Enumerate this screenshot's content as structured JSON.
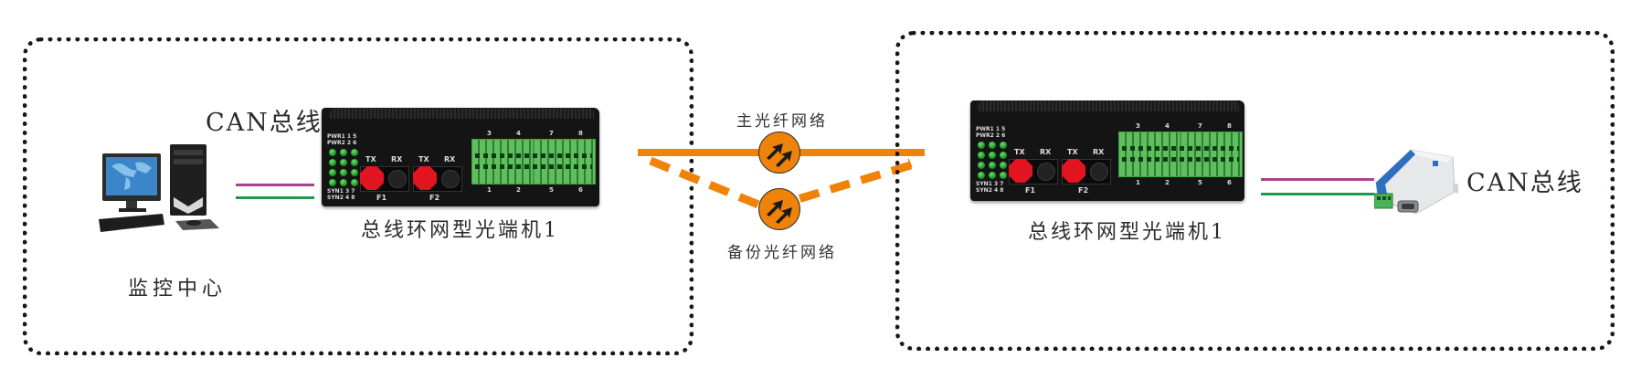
{
  "colors": {
    "zone_border": "#1c1616",
    "fiber": "#ef8209",
    "can_high_wire": "#a8438f",
    "can_low_wire": "#1e9b4a",
    "device_body": "#141414",
    "tx_connector": "#e11420",
    "terminal_block": "#5fbf5f"
  },
  "left_zone": {
    "computer_label": "监控中心",
    "can_label": "CAN总线",
    "device": {
      "label": "总线环网型光端机1",
      "led_labels_top": [
        "PWR1  1   5",
        "PWR2  2   6"
      ],
      "led_labels_bottom": [
        "SYN1  3   7",
        "SYN2  4   8"
      ],
      "ports": [
        {
          "name": "F1",
          "tx": "TX",
          "rx": "RX"
        },
        {
          "name": "F2",
          "tx": "TX",
          "rx": "RX"
        }
      ],
      "terminal_top_labels": [
        "3",
        "4",
        "7",
        "8"
      ],
      "terminal_bottom_labels": [
        "1",
        "2",
        "5",
        "6"
      ]
    }
  },
  "network": {
    "primary_label": "主光纤网络",
    "backup_label": "备份光纤网络",
    "icon": "bidirectional-arrows-icon"
  },
  "right_zone": {
    "can_label": "CAN总线",
    "converter_icon": "can-converter-icon",
    "device": {
      "label": "总线环网型光端机1",
      "led_labels_top": [
        "PWR1  1   5",
        "PWR2  2   6"
      ],
      "led_labels_bottom": [
        "SYN1  3   7",
        "SYN2  4   8"
      ],
      "ports": [
        {
          "name": "F1",
          "tx": "TX",
          "rx": "RX"
        },
        {
          "name": "F2",
          "tx": "TX",
          "rx": "RX"
        }
      ],
      "terminal_top_labels": [
        "3",
        "4",
        "7",
        "8"
      ],
      "terminal_bottom_labels": [
        "1",
        "2",
        "5",
        "6"
      ]
    }
  }
}
